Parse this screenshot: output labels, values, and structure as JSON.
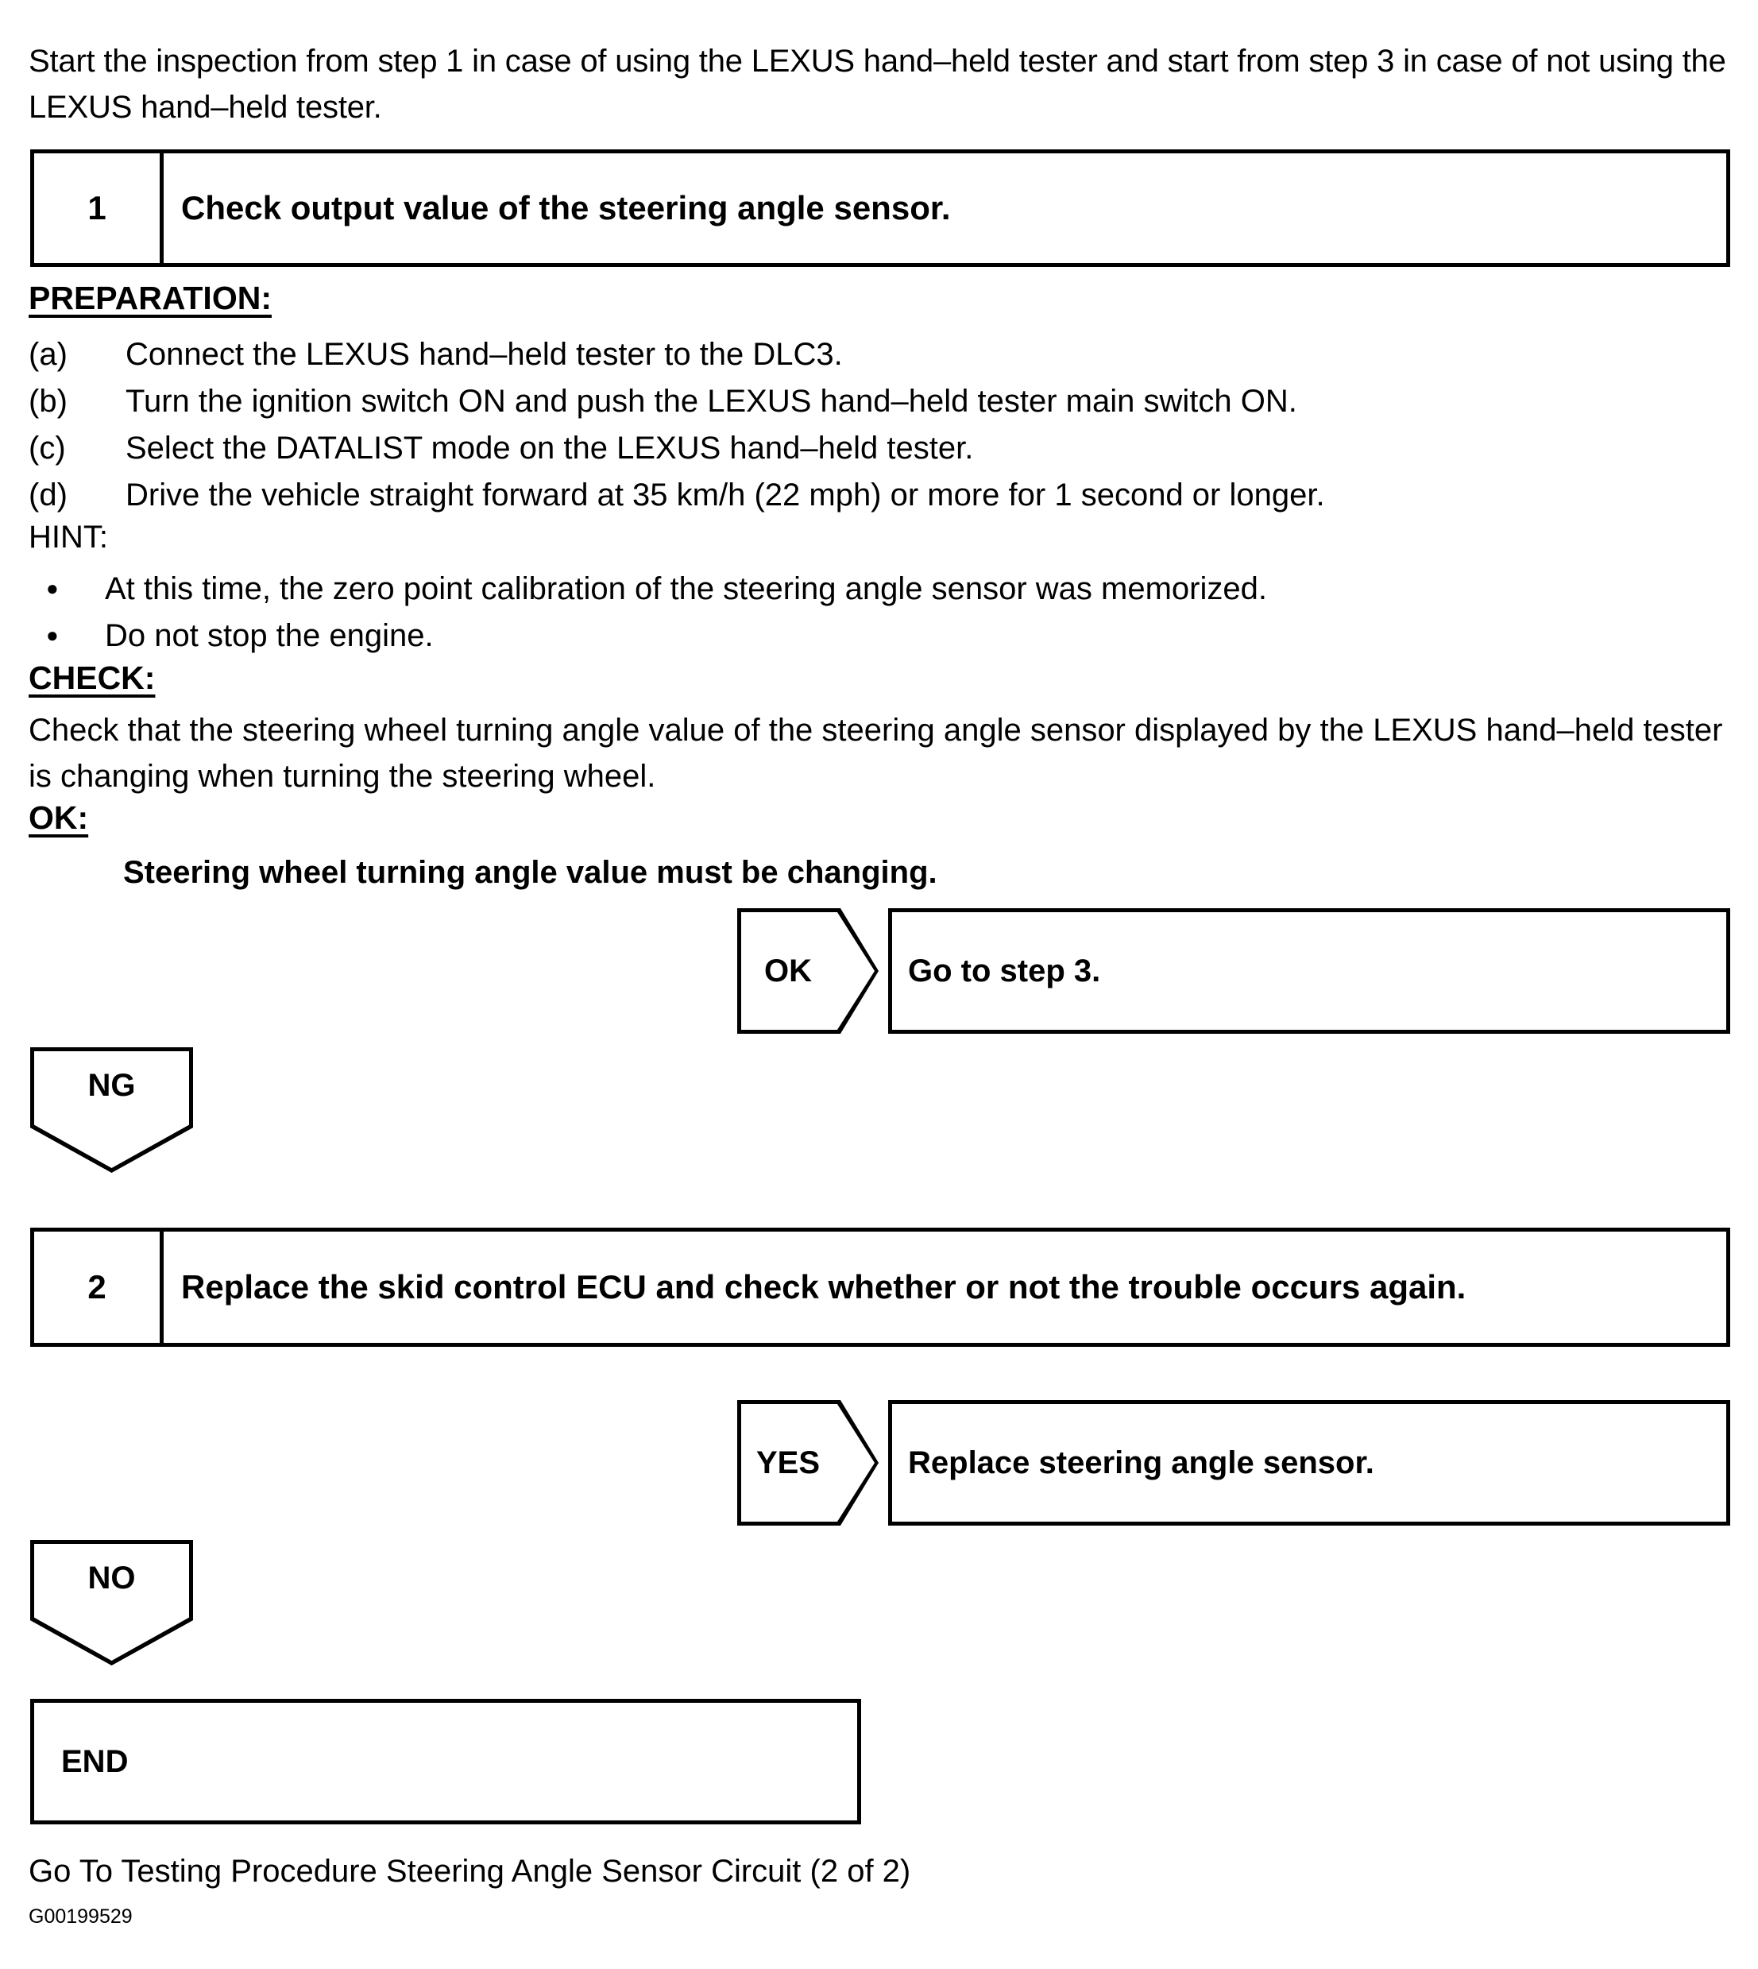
{
  "intro": {
    "text": "Start the inspection from step 1 in case of using the LEXUS hand–held tester and start from step 3 in case of not using the LEXUS hand–held tester."
  },
  "steps": [
    {
      "number": "1",
      "title": "Check output value of the steering angle sensor."
    },
    {
      "number": "2",
      "title": "Replace the skid control ECU and check whether or not the trouble occurs again."
    }
  ],
  "preparation": {
    "heading": "PREPARATION:",
    "items": [
      {
        "marker": "(a)",
        "text": "Connect the LEXUS hand–held tester to the DLC3."
      },
      {
        "marker": "(b)",
        "text": "Turn the ignition switch ON and push the LEXUS hand–held tester main switch ON."
      },
      {
        "marker": "(c)",
        "text": "Select the DATALIST mode on the LEXUS hand–held tester."
      },
      {
        "marker": "(d)",
        "text": "Drive the vehicle straight forward at 35 km/h (22 mph) or more for 1 second or longer."
      }
    ]
  },
  "hint": {
    "heading": "HINT:",
    "bullet_glyph": "●",
    "items": [
      "At this time, the zero point calibration of the steering angle sensor was memorized.",
      "Do not stop the engine."
    ]
  },
  "check": {
    "heading": "CHECK:",
    "text": "Check that the steering wheel turning angle value of the steering angle sensor displayed by the LEXUS hand–held tester is changing when turning the steering wheel."
  },
  "ok": {
    "heading": "OK:",
    "statement": "Steering wheel turning angle value must be changing."
  },
  "results": {
    "ok_flag": "OK",
    "ok_action": "Go to step 3.",
    "ng_flag": "NG",
    "yes_flag": "YES",
    "yes_action": "Replace steering angle sensor.",
    "no_flag": "NO",
    "end_label": "END"
  },
  "footer": {
    "link": "Go To Testing Procedure Steering Angle Sensor Circuit (2 of 2)",
    "code": "G00199529"
  }
}
